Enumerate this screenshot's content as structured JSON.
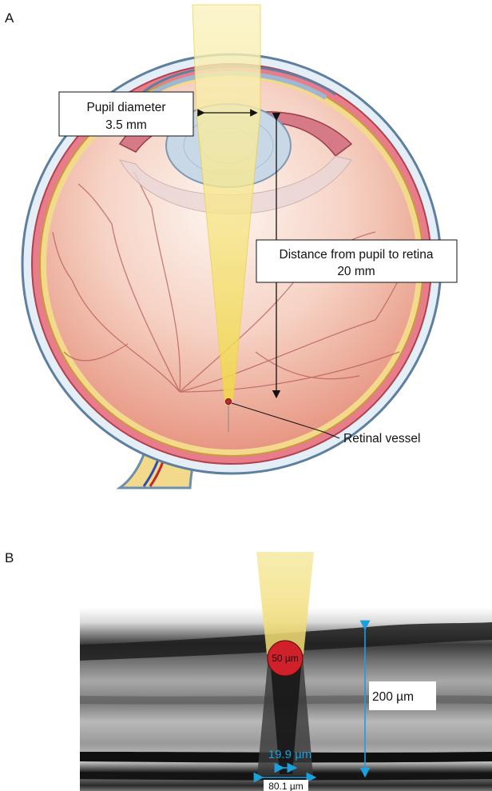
{
  "panels": {
    "a": {
      "letter": "A"
    },
    "b": {
      "letter": "B"
    }
  },
  "labels": {
    "pupil_diameter_title": "Pupil diameter",
    "pupil_diameter_value": "3.5 mm",
    "distance_title": "Distance from pupil to retina",
    "distance_value": "20 mm",
    "retinal_vessel": "Retinal vessel"
  },
  "cross_section": {
    "vessel_diameter": "50 µm",
    "thickness": "200 µm",
    "inner_width": "19.9 µm",
    "outer_width": "80.1 µm"
  },
  "colors": {
    "light_beam": "#f5e27a",
    "vessel": "#d0202a",
    "measure_blue": "#1aa0dc",
    "shadow": "#222222"
  }
}
